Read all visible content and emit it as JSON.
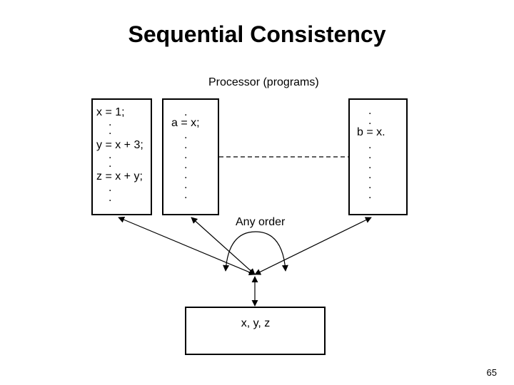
{
  "slide": {
    "title": "Sequential Consistency",
    "page_number": "65"
  },
  "diagram": {
    "processor_label": "Processor (programs)",
    "order_label": "Any order",
    "memory_label": "x, y, z",
    "programs": [
      {
        "lines": [
          "x = 1;",
          "y = x + 3;",
          "z = x + y;"
        ]
      },
      {
        "lines": [
          "a = x;"
        ]
      },
      {
        "lines": [
          "b = x."
        ]
      }
    ]
  }
}
